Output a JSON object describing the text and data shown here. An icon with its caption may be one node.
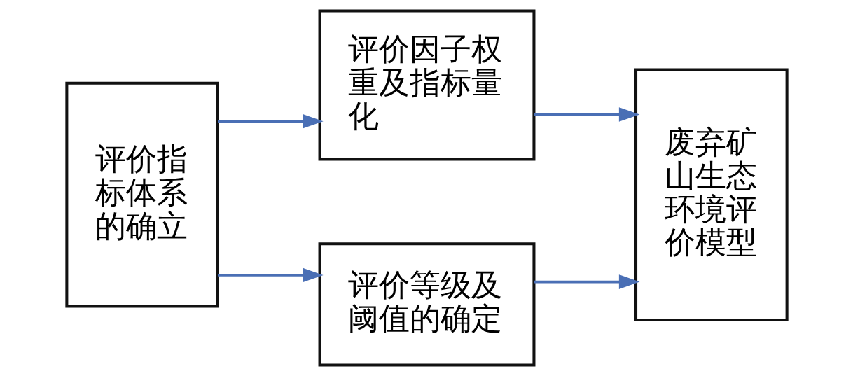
{
  "diagram": {
    "nodes": [
      {
        "text": [
          "评价指标体系的确立"
        ]
      },
      {
        "text": [
          "评价因子权重及指标量化"
        ]
      },
      {
        "text": [
          "评价等级及阈值的确定"
        ]
      },
      {
        "text": [
          "废弃矿山生态环境评价模型"
        ]
      }
    ],
    "edges": [
      {
        "from": 0,
        "to": 1,
        "arrow": "to"
      },
      {
        "from": 0,
        "to": 2,
        "arrow": "to"
      },
      {
        "from": 1,
        "to": 3,
        "arrow": "to"
      },
      {
        "from": 2,
        "to": 3,
        "arrow": "to"
      }
    ]
  }
}
